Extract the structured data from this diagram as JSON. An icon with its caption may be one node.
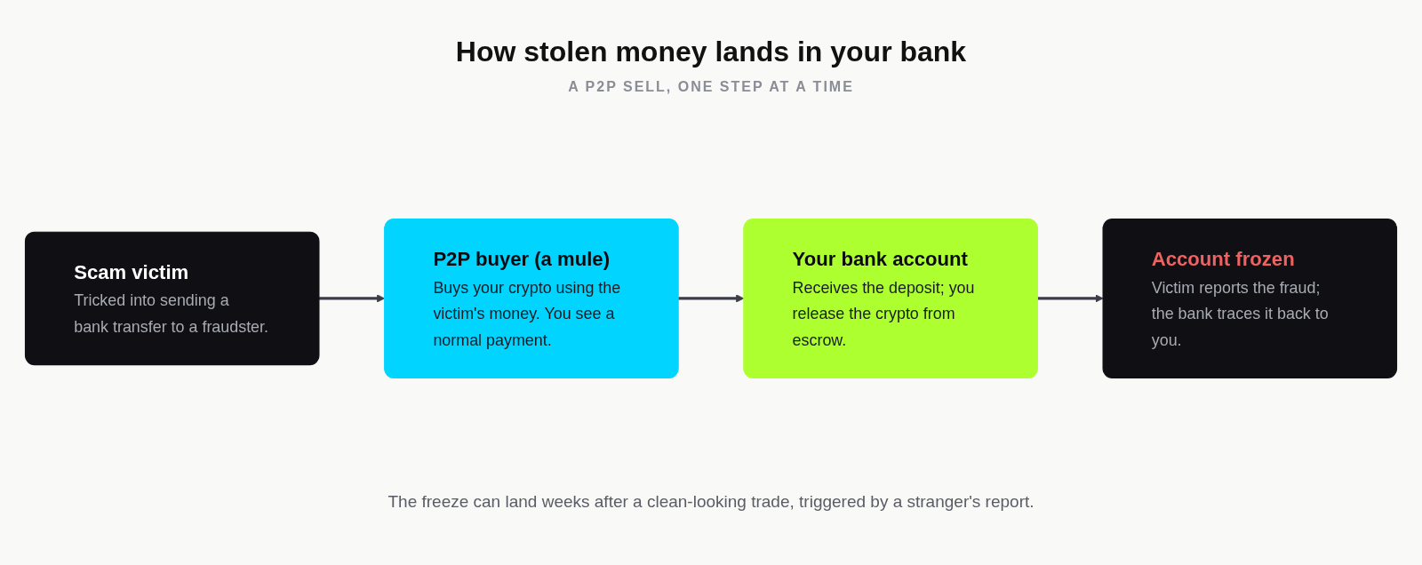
{
  "diagram": {
    "title": "How stolen money lands in your bank",
    "caption": "The freeze can land weeks after a clean-looking trade, triggered by a stranger's report.",
    "labels": [
      "A P2P SELL, ONE STEP AT A TIME"
    ],
    "nodes": [
      {
        "text": [
          "Scam victim",
          "Tricked into sending a bank transfer to a fraudster."
        ]
      },
      {
        "text": [
          "P2P buyer (a mule)",
          "Buys your crypto using the victim's money. You see a normal payment."
        ]
      },
      {
        "text": [
          "Your bank account",
          "Receives the deposit; you release the crypto from escrow."
        ]
      },
      {
        "text": [
          "Account frozen",
          "Victim reports the fraud; the bank traces it back to you."
        ]
      }
    ],
    "edges": [
      {
        "from": 0,
        "to": 1,
        "arrow": "to"
      },
      {
        "from": 1,
        "to": 2,
        "arrow": "to"
      },
      {
        "from": 2,
        "to": 3,
        "arrow": "to"
      }
    ]
  }
}
